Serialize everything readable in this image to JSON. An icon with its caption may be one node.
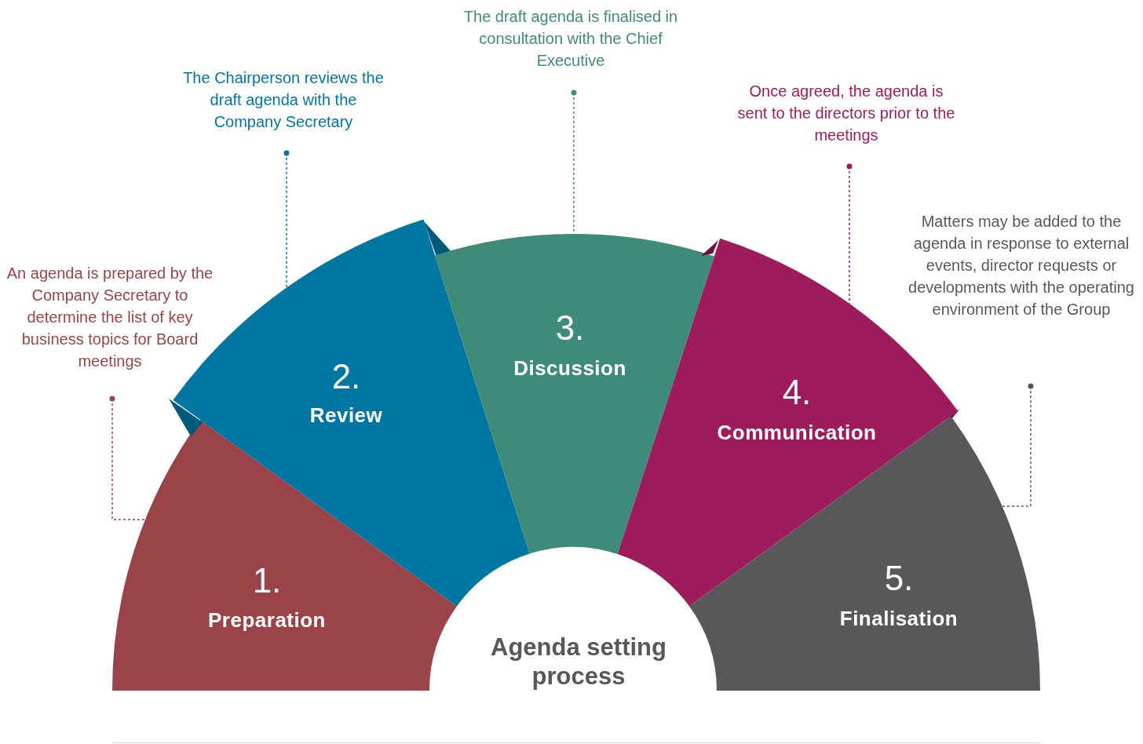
{
  "diagram": {
    "nodes": [
      {
        "text": [
          "1.",
          "Preparation"
        ]
      },
      {
        "text": [
          "2.",
          "Review"
        ]
      },
      {
        "text": [
          "3.",
          "Discussion"
        ]
      },
      {
        "text": [
          "4.",
          "Communication"
        ]
      },
      {
        "text": [
          "5.",
          "Finalisation"
        ]
      },
      {
        "text": [
          "An agenda is prepared by the Company Secretary to determine the list of key business topics for Board meetings"
        ]
      },
      {
        "text": [
          "The Chairperson reviews the draft agenda with the Company Secretary"
        ]
      },
      {
        "text": [
          "The draft agenda is finalised in consultation with the Chief Executive"
        ]
      },
      {
        "text": [
          "Once agreed, the agenda is sent to the directors prior to the meetings"
        ]
      },
      {
        "text": [
          "Matters may be added to the agenda in response to external events, director requests or developments with the operating environment of the Group"
        ]
      }
    ],
    "edges": [
      {
        "from": 5,
        "to": 0,
        "arrow": "other",
        "style": "dashed",
        "color": "#9a4449"
      },
      {
        "from": 6,
        "to": 1,
        "arrow": "other",
        "style": "dashed",
        "color": "#0077a2"
      },
      {
        "from": 7,
        "to": 2,
        "arrow": "other",
        "style": "dashed",
        "color": "#3f8b7a"
      },
      {
        "from": 8,
        "to": 3,
        "arrow": "other",
        "style": "dashed",
        "color": "#9e1c5c"
      },
      {
        "from": 9,
        "to": 4,
        "arrow": "other",
        "style": "dashed",
        "color": "#58585a"
      }
    ],
    "labels": [
      "Agenda setting process"
    ]
  }
}
